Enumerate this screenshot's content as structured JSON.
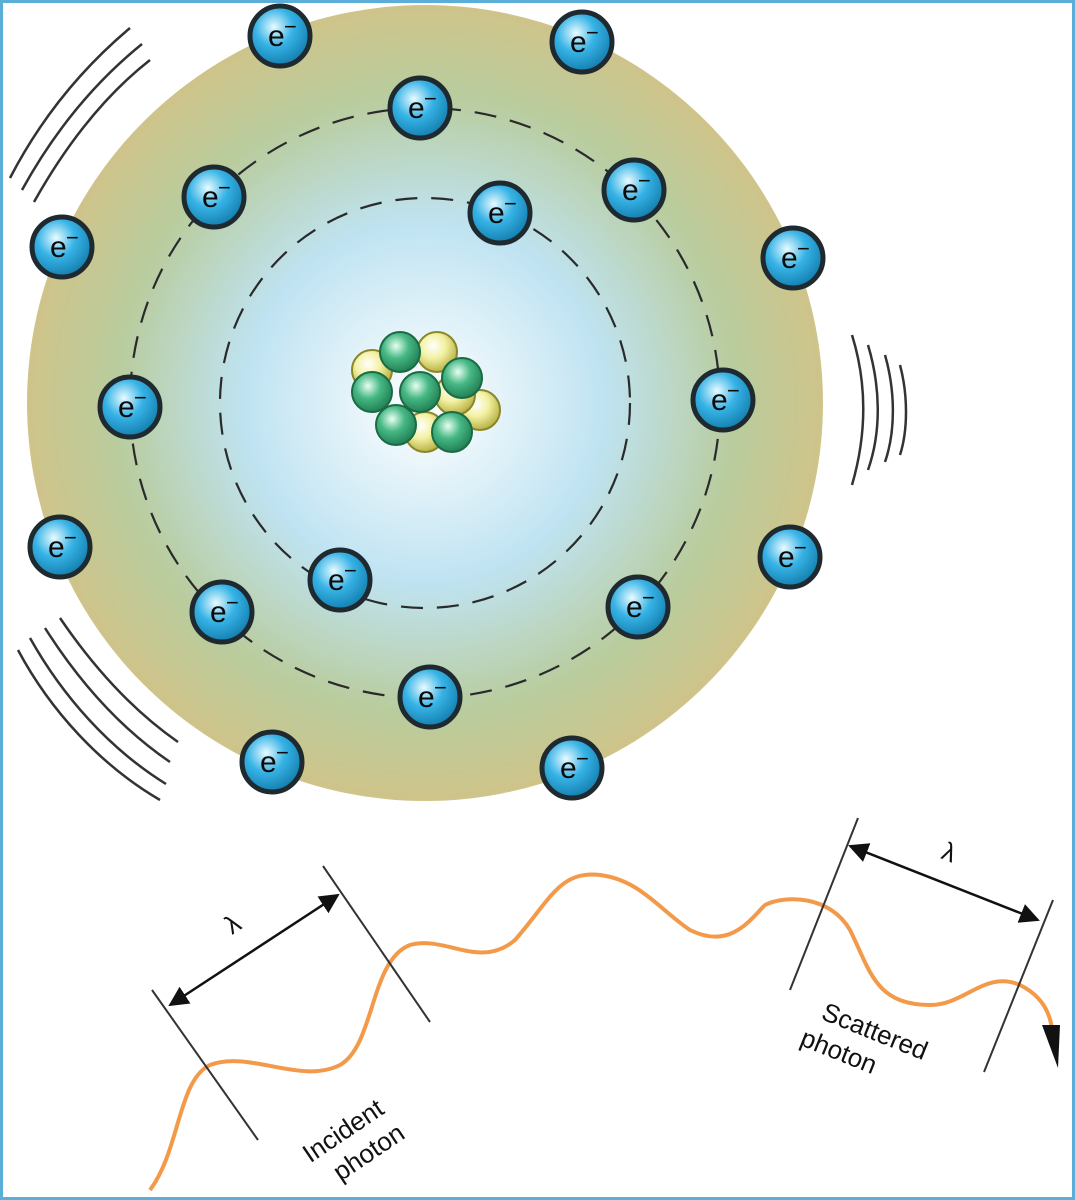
{
  "electron_label": "e",
  "electron_sup": "−",
  "lambda_symbol": "λ",
  "incident_label": [
    "Incident",
    "photon"
  ],
  "scattered_label": [
    "Scattered",
    "photon"
  ],
  "colors": {
    "frame": "#5aaed8",
    "atom_outer": "#cfc48a",
    "atom_inner": "#bfe3f2",
    "electron_fill": "#2aa0d1",
    "electron_stroke": "#1e2a30",
    "photon": "#f39a4a",
    "proton": "#e9e67d",
    "neutron": "#2f9e6a"
  }
}
